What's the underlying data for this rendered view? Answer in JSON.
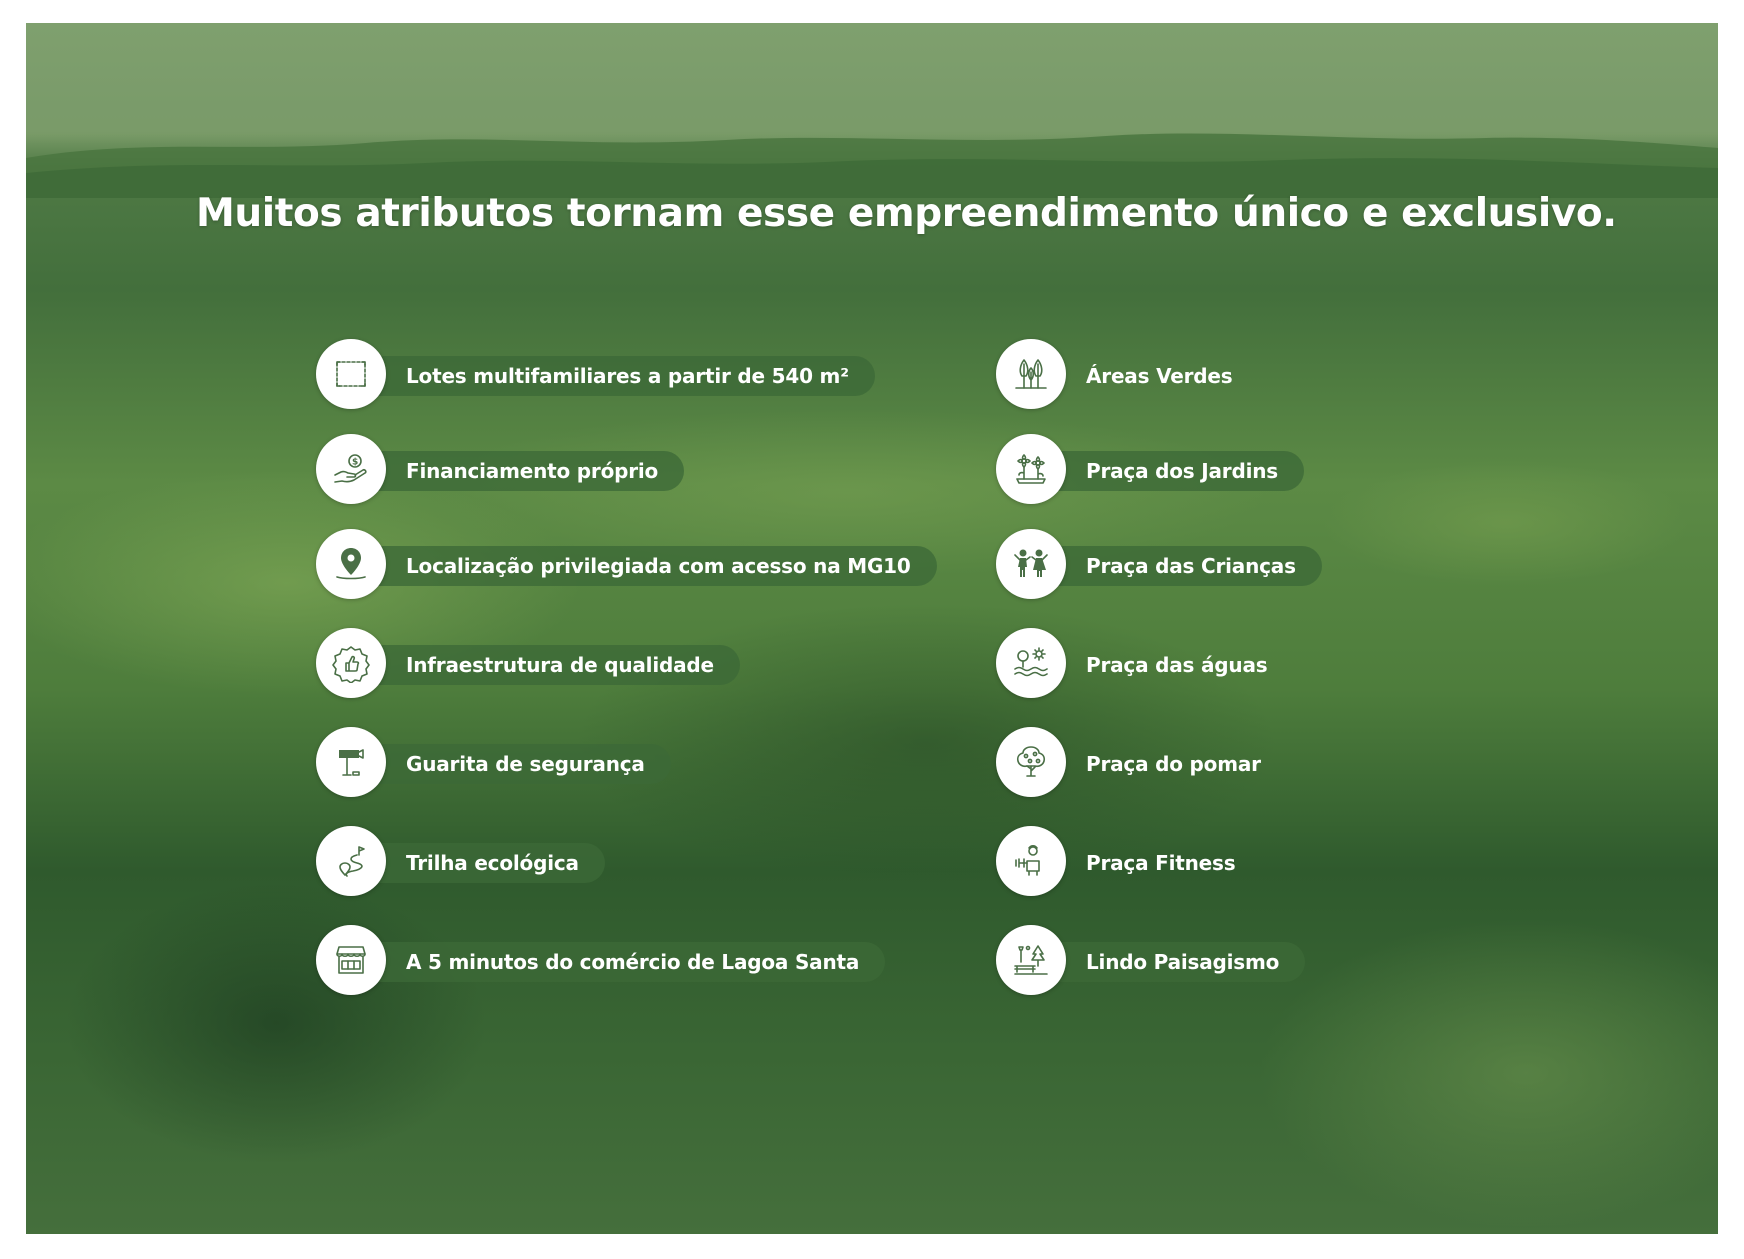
{
  "title": "Muitos atributos tornam esse empreendimento único e exclusivo.",
  "features_left": [
    {
      "label": "Lotes multifamiliares a partir de 540 m²",
      "icon": "lot-area-icon"
    },
    {
      "label": "Financiamento próprio",
      "icon": "hand-money-icon"
    },
    {
      "label": "Localização privilegiada com acesso na MG10",
      "icon": "location-pin-icon"
    },
    {
      "label": "Infraestrutura de qualidade",
      "icon": "quality-badge-icon"
    },
    {
      "label": "Guarita de segurança",
      "icon": "security-camera-icon"
    },
    {
      "label": "Trilha ecológica",
      "icon": "trail-icon"
    },
    {
      "label": "A 5 minutos do comércio de Lagoa Santa",
      "icon": "storefront-icon"
    }
  ],
  "features_right": [
    {
      "label": "Áreas Verdes",
      "icon": "trees-icon"
    },
    {
      "label": "Praça dos Jardins",
      "icon": "flowers-icon"
    },
    {
      "label": "Praça das Crianças",
      "icon": "children-icon"
    },
    {
      "label": "Praça das águas",
      "icon": "water-icon"
    },
    {
      "label": "Praça do pomar",
      "icon": "fruit-tree-icon"
    },
    {
      "label": "Praça Fitness",
      "icon": "fitness-icon"
    },
    {
      "label": "Lindo Paisagismo",
      "icon": "landscaping-icon"
    }
  ]
}
